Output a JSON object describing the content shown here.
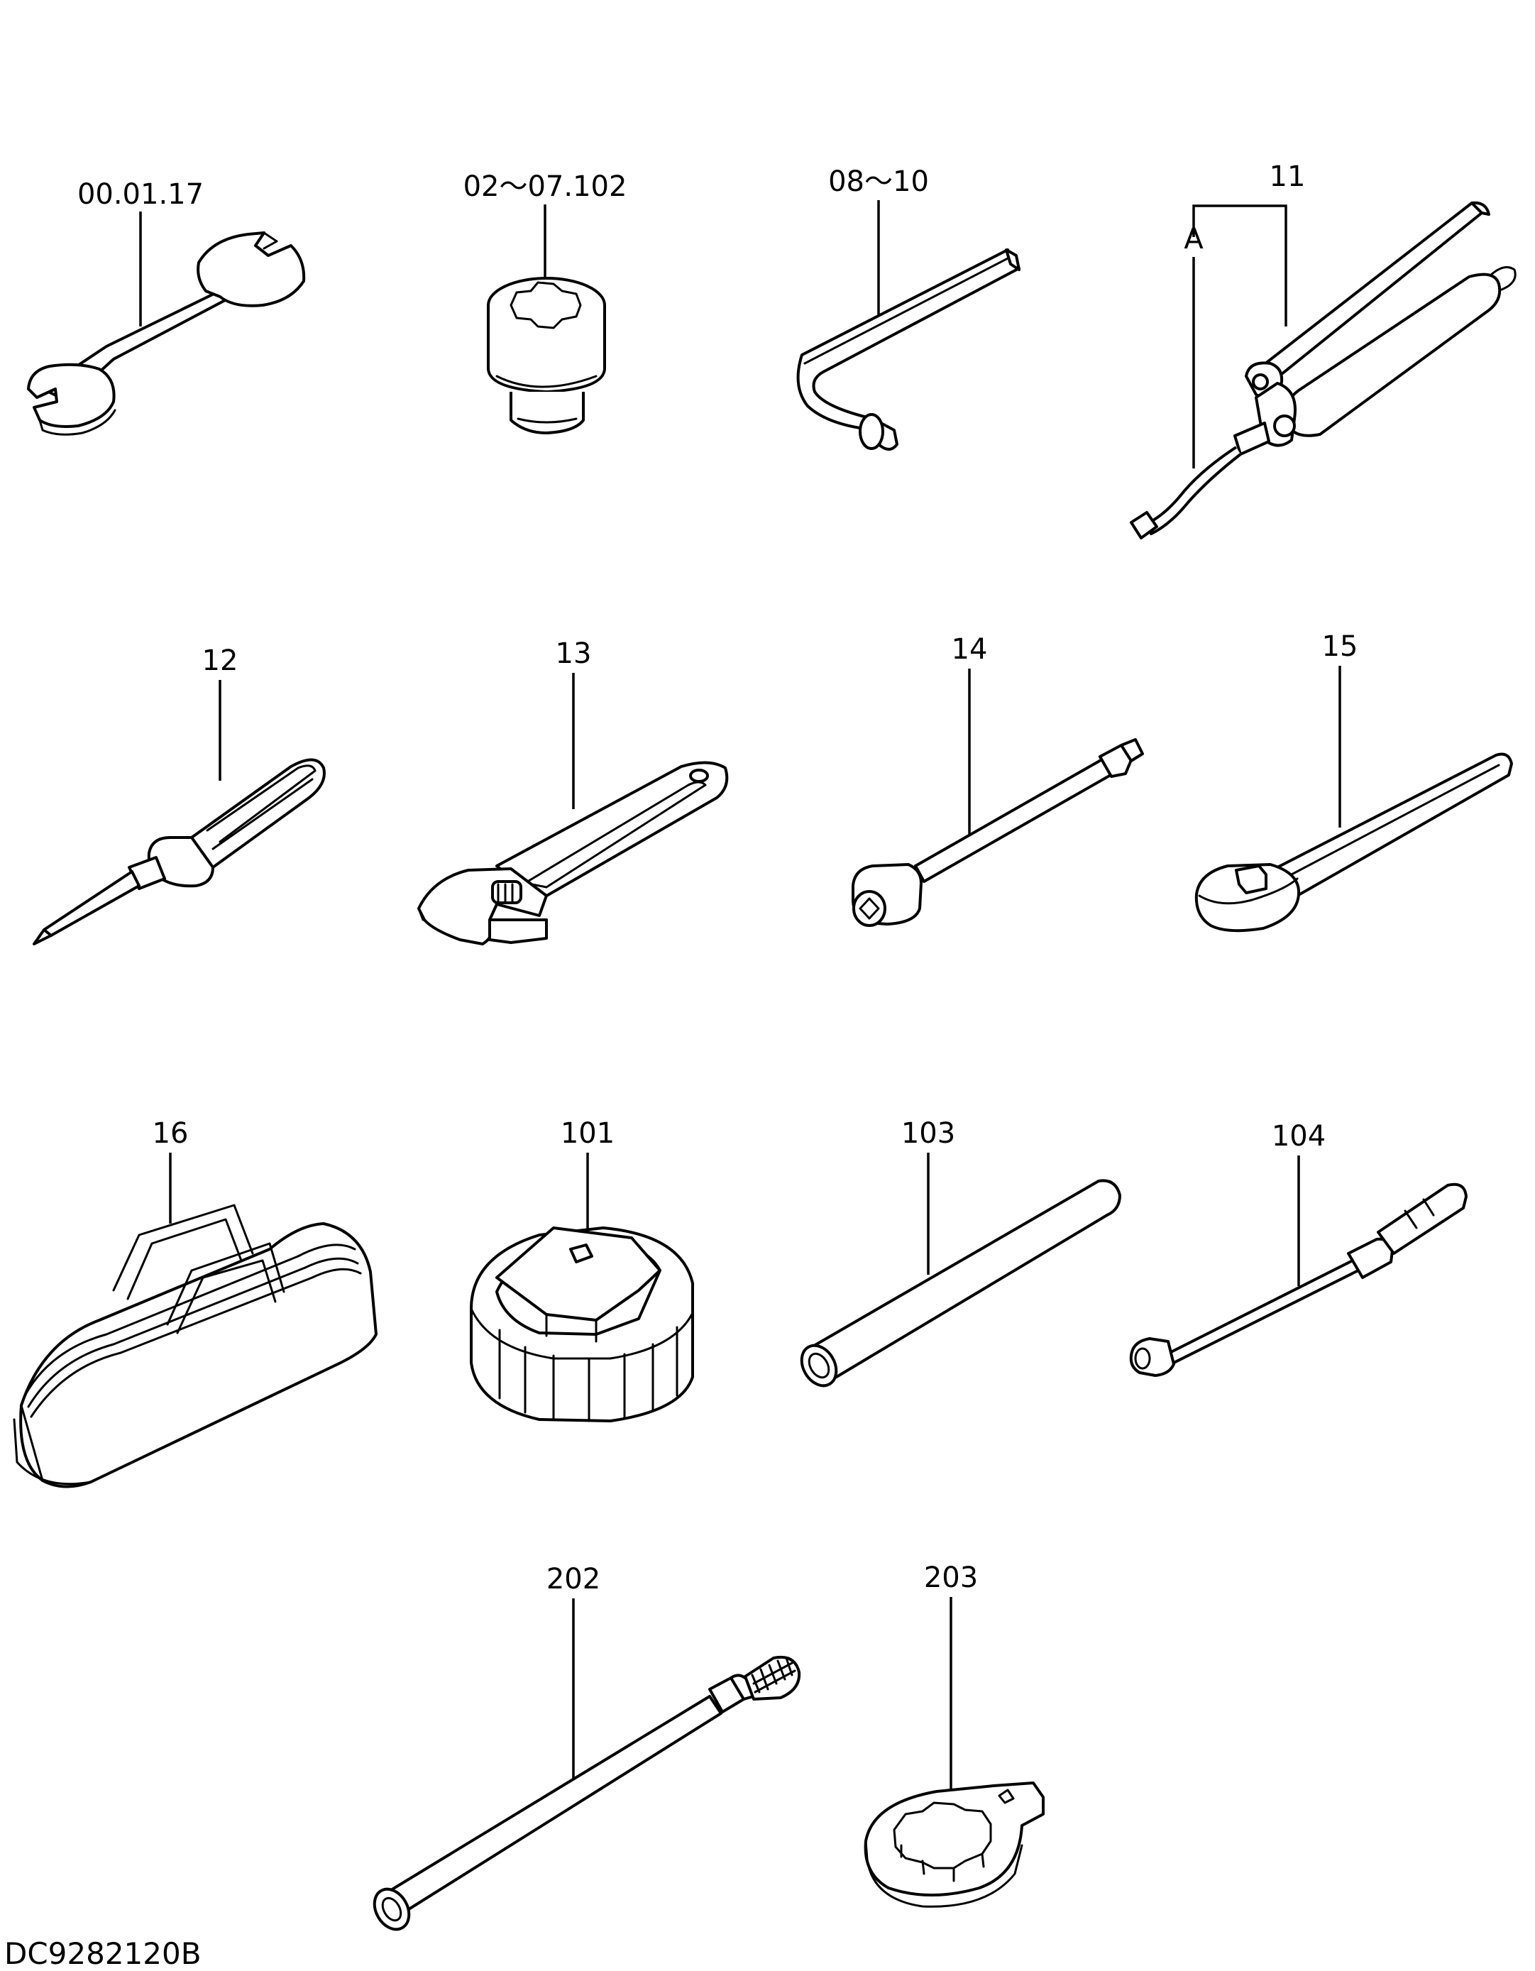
{
  "callouts": [
    {
      "id": "c1",
      "label": "00.01.17"
    },
    {
      "id": "c2",
      "label": "02～07.102"
    },
    {
      "id": "c3",
      "label": "08～10"
    },
    {
      "id": "c4",
      "label": "11"
    },
    {
      "id": "c4a",
      "label": "A"
    },
    {
      "id": "c5",
      "label": "12"
    },
    {
      "id": "c6",
      "label": "13"
    },
    {
      "id": "c7",
      "label": "14"
    },
    {
      "id": "c8",
      "label": "15"
    },
    {
      "id": "c9",
      "label": "16"
    },
    {
      "id": "c10",
      "label": "101"
    },
    {
      "id": "c11",
      "label": "103"
    },
    {
      "id": "c12",
      "label": "104"
    },
    {
      "id": "c13",
      "label": "202"
    },
    {
      "id": "c14",
      "label": "203"
    }
  ],
  "drawing_code": "DC9282120B",
  "icons": {
    "t1": "open-end-wrench-icon",
    "t2": "socket-icon",
    "t3": "hex-key-icon",
    "t4": "grease-gun-icon",
    "t5": "screwdriver-icon",
    "t6": "adjustable-wrench-icon",
    "t7": "extension-bar-icon",
    "t8": "ratchet-handle-icon",
    "t9": "tool-bag-icon",
    "t10": "filter-wrench-icon",
    "t11": "pipe-bar-icon",
    "t12": "extension-nozzle-icon",
    "t13": "tommy-bar-icon",
    "t14": "ring-spanner-icon"
  }
}
